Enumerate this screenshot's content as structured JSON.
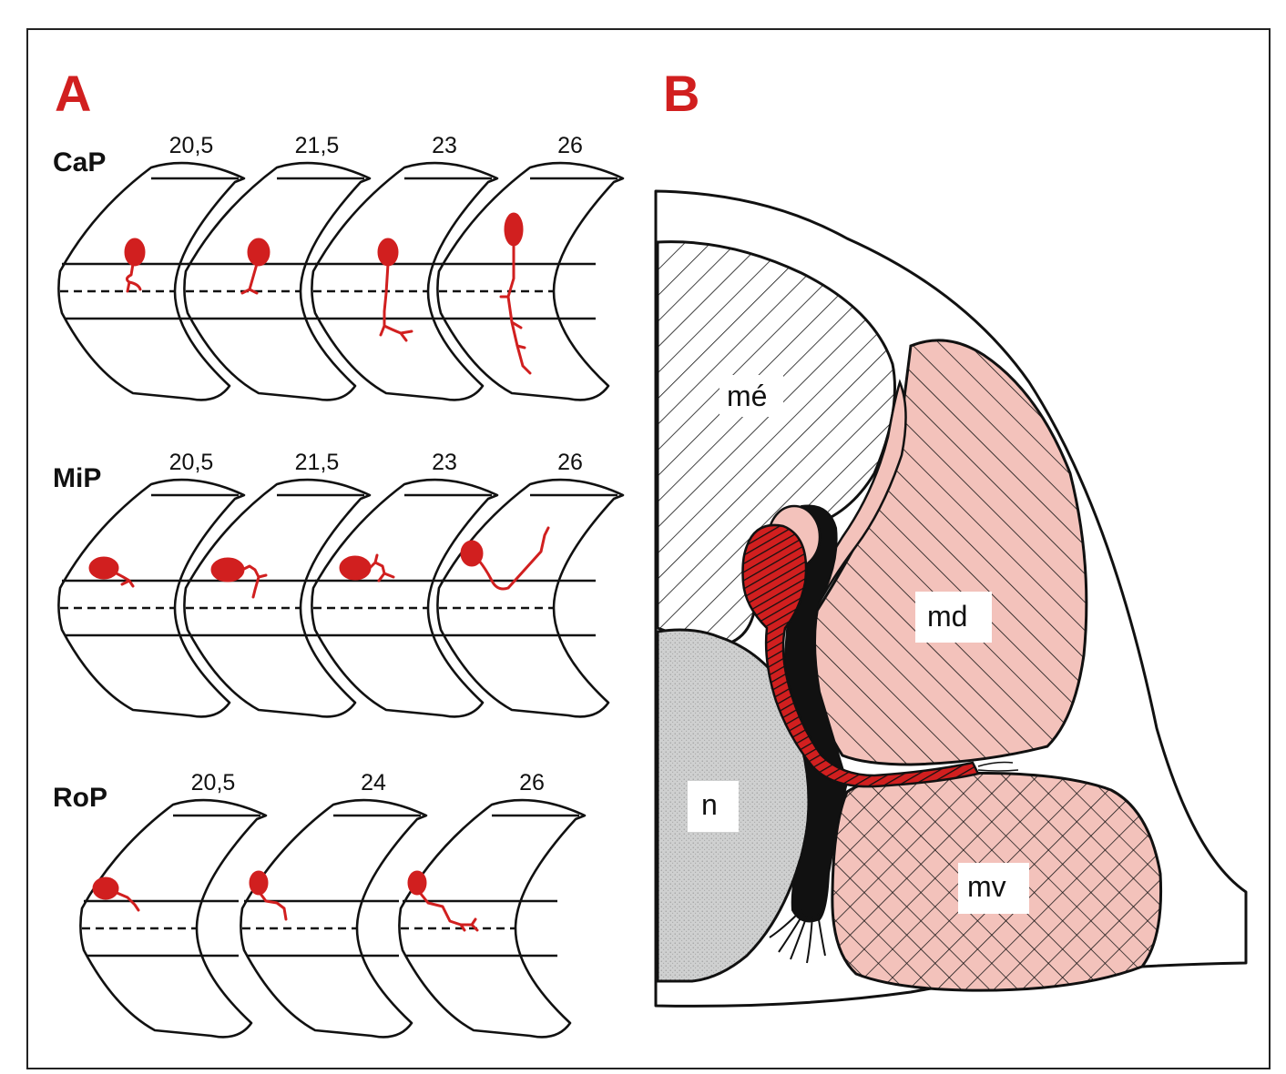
{
  "panel_a": {
    "letter": "A",
    "rows": [
      {
        "label": "CaP",
        "stages": [
          "20,5",
          "21,5",
          "23",
          "26"
        ]
      },
      {
        "label": "MiP",
        "stages": [
          "20,5",
          "21,5",
          "23",
          "26"
        ]
      },
      {
        "label": "RoP",
        "stages": [
          "20,5",
          "24",
          "26"
        ]
      }
    ]
  },
  "panel_b": {
    "letter": "B",
    "regions": {
      "me": "mé",
      "md": "md",
      "n": "n",
      "mv": "mv"
    }
  },
  "colors": {
    "accent_red": "#d11f1f",
    "pink_fill": "#f3c2bb",
    "gray_fill": "#cfd0d0"
  }
}
